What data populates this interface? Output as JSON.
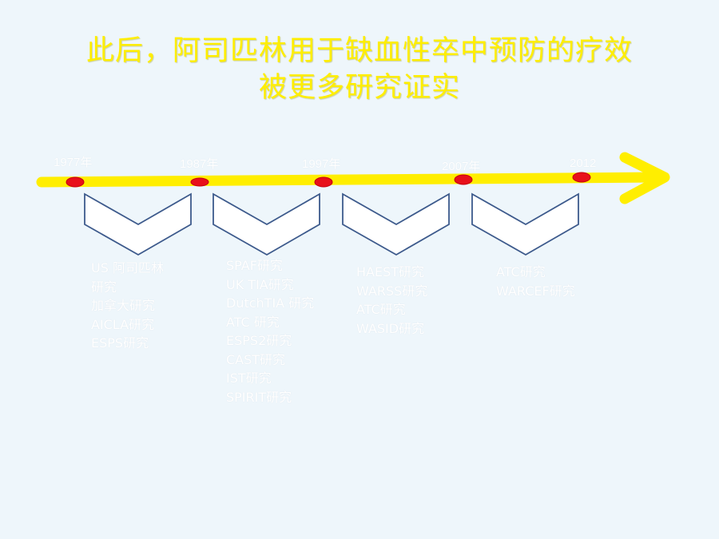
{
  "title": {
    "line1": "此后，阿司匹林用于缺血性卒中预防的疗效",
    "line2": "被更多研究证实"
  },
  "colors": {
    "background": "#eef6fb",
    "title": "#ffee00",
    "arrow": "#ffee00",
    "marker": "#e8101a",
    "chevron_stroke": "#3d5a8c",
    "text": "#ffffff"
  },
  "timeline": {
    "years": [
      "1977年",
      "1987年",
      "1997年",
      "2007年",
      "2012"
    ]
  },
  "studies": [
    [
      "US 阿司匹林",
      "研究",
      "加拿大研究",
      "AICLA研究",
      "ESPS研究"
    ],
    [
      "SPAF研究",
      "UK TIA研究",
      "DutchTIA 研究",
      "ATC 研究",
      "ESPS2研究",
      "CAST研究",
      "IST研究",
      "SPIRIT研究"
    ],
    [
      "HAEST研究",
      "WARSS研究",
      "ATC研究",
      "WASID研究"
    ],
    [
      "ATC研究",
      "WARCEF研究"
    ]
  ]
}
